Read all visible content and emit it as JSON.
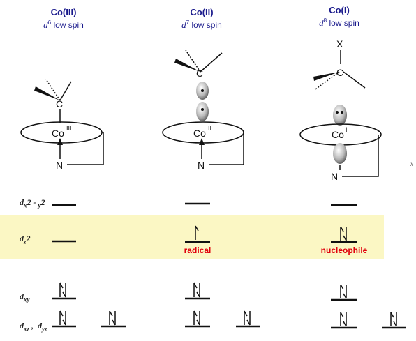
{
  "columns": [
    {
      "title": "Co(III)",
      "d_letter": "d",
      "d_count": "6",
      "spin": "low spin",
      "metal_label": "Co",
      "metal_ox": "III",
      "apical": "",
      "ring_bond": "N"
    },
    {
      "title": "Co(II)",
      "d_letter": "d",
      "d_count": "7",
      "spin": "low spin",
      "metal_label": "Co",
      "metal_ox": "II",
      "apical": "",
      "ring_bond": "N"
    },
    {
      "title": "Co(I)",
      "d_letter": "d",
      "d_count": "8",
      "spin": "low spin",
      "metal_label": "Co",
      "metal_ox": "I",
      "apical": "X",
      "ring_bond": "N"
    }
  ],
  "carbon_label": "C",
  "orbitals": {
    "dx2y2": {
      "main": "d",
      "sub": "x",
      "mid": "2 - ",
      "sub2": "y",
      "end": "2"
    },
    "dz2": {
      "main": "d",
      "sub": "z",
      "end": "2"
    },
    "dxy": {
      "main": "d",
      "sub": "xy"
    },
    "dxz_dyz": {
      "main1": "d",
      "sub1": "xz",
      "sep": " ,  ",
      "main2": "d",
      "sub2": "yz"
    }
  },
  "labels": {
    "radical": "radical",
    "nucleophile": "nucleophile"
  },
  "side_char": "x",
  "colors": {
    "header": "#1a1a8c",
    "highlight_band": "#fbf7c4",
    "label_red": "#e0000c"
  },
  "electron_config": {
    "CoIII": {
      "dx2y2": 0,
      "dz2": 0,
      "dxy": 2,
      "dxz": 2,
      "dyz": 2
    },
    "CoII": {
      "dx2y2": 0,
      "dz2": 1,
      "dxy": 2,
      "dxz": 2,
      "dyz": 2
    },
    "CoI": {
      "dx2y2": 0,
      "dz2": 2,
      "dxy": 2,
      "dxz": 2,
      "dyz": 2
    }
  }
}
